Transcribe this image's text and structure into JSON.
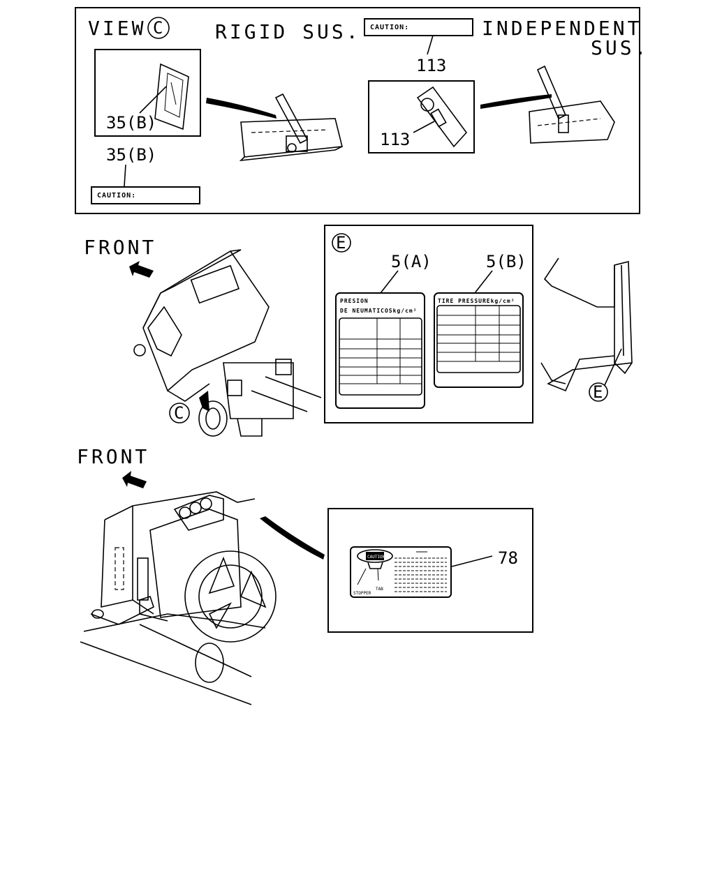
{
  "view_c": {
    "title": "VIEW",
    "title_marker": "C",
    "rigid_label": "RIGID SUS.",
    "independent_label_line1": "INDEPENDENT",
    "independent_label_line2": "SUS.",
    "caution_label_left": "CAUTION:",
    "caution_label_right": "CAUTION:",
    "part_35b_inset": "35(B)",
    "part_35b_callout": "35(B)",
    "part_113_top": "113",
    "part_113_inset": "113"
  },
  "view_e": {
    "marker": "E",
    "part_5a": "5(A)",
    "part_5b": "5(B)",
    "plate_a_line1": "PRESION",
    "plate_a_line2": "DE NEUMATICOSkg/cm²",
    "plate_b_line1": "TIRE PRESSUREkg/cm²",
    "pointer_marker": "E"
  },
  "truck_view": {
    "front_label": "FRONT",
    "view_pointer": "C"
  },
  "radiator_view": {
    "front_label": "FRONT",
    "part_78": "78",
    "cap_text": "CAUTION",
    "stopper_label": "STOPPER",
    "tab_label": "TAB"
  }
}
